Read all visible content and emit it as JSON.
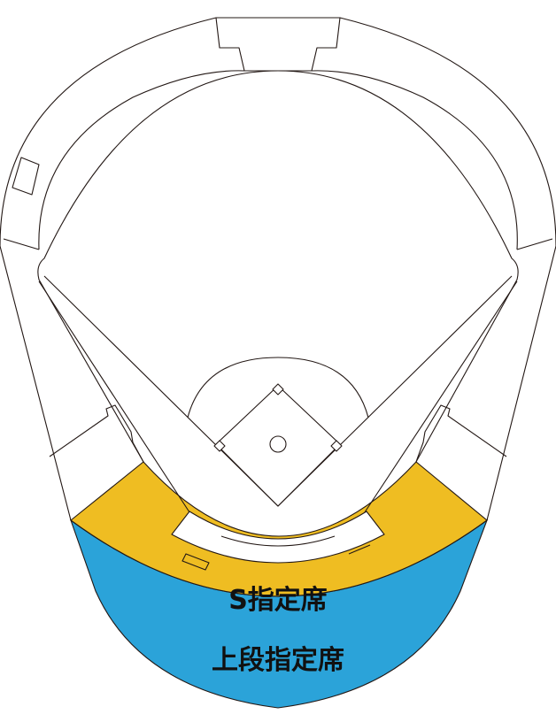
{
  "sections": [
    {
      "id": "s-reserved",
      "label": "S指定席",
      "color": "#efbd22"
    },
    {
      "id": "upper-reserved",
      "label": "上段指定席",
      "color": "#2ba3d9"
    }
  ],
  "outline_color": "#231815",
  "background_color": "#ffffff"
}
